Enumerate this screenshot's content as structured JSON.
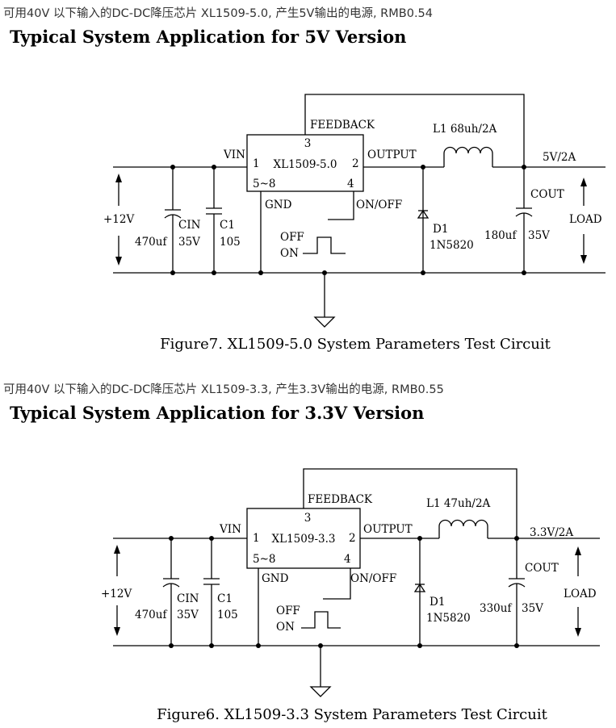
{
  "sections": [
    {
      "caption": "可用40V 以下输入的DC-DC降压芯片 XL1509-5.0, 产生5V输出的电源, RMB0.54",
      "title": "Typical System Application for 5V Version",
      "circuit": {
        "chip_name": "XL1509-5.0",
        "pin1": "1",
        "pin2": "2",
        "pin3": "3",
        "pin4": "4",
        "pin58": "5~8",
        "vin": "VIN",
        "feedback": "FEEDBACK",
        "output": "OUTPUT",
        "gnd": "GND",
        "onoff": "ON/OFF",
        "input_voltage": "+12V",
        "cin_name": "CIN",
        "cin_value": "470uf",
        "cin_voltage": "35V",
        "c1_name": "C1",
        "c1_value": "105",
        "switch_off": "OFF",
        "switch_on": "ON",
        "inductor": "L1  68uh/2A",
        "diode_name": "D1",
        "diode_part": "1N5820",
        "cout_name": "COUT",
        "cout_value": "180uf",
        "cout_voltage": "35V",
        "output_rating": "5V/2A",
        "load": "LOAD",
        "figure_caption": "Figure7. XL1509-5.0 System Parameters Test Circuit"
      }
    },
    {
      "caption": "可用40V 以下输入的DC-DC降压芯片 XL1509-3.3, 产生3.3V输出的电源, RMB0.55",
      "title": "Typical System Application for 3.3V Version",
      "circuit": {
        "chip_name": "XL1509-3.3",
        "pin1": "1",
        "pin2": "2",
        "pin3": "3",
        "pin4": "4",
        "pin58": "5~8",
        "vin": "VIN",
        "feedback": "FEEDBACK",
        "output": "OUTPUT",
        "gnd": "GND",
        "onoff": "ON/OFF",
        "input_voltage": "+12V",
        "cin_name": "CIN",
        "cin_value": "470uf",
        "cin_voltage": "35V",
        "c1_name": "C1",
        "c1_value": "105",
        "switch_off": "OFF",
        "switch_on": "ON",
        "inductor": "L1  47uh/2A",
        "diode_name": "D1",
        "diode_part": "1N5820",
        "cout_name": "COUT",
        "cout_value": "330uf",
        "cout_voltage": "35V",
        "output_rating": "3.3V/2A",
        "load": "LOAD",
        "figure_caption": "Figure6. XL1509-3.3 System Parameters Test Circuit"
      }
    }
  ]
}
